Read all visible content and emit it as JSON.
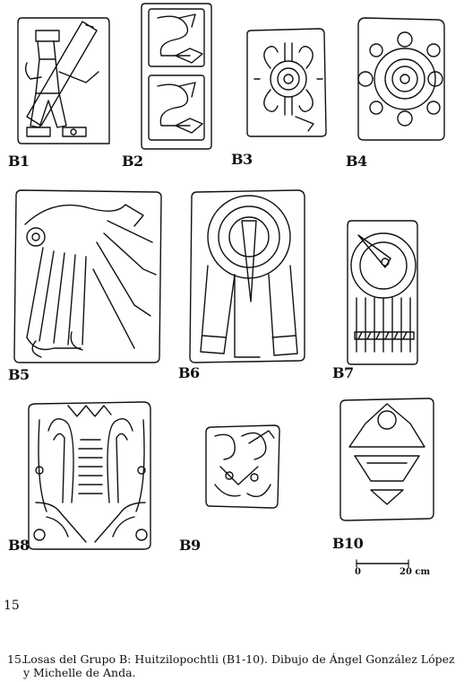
{
  "plates": [
    {
      "id": "B1",
      "label": "B1"
    },
    {
      "id": "B2",
      "label": "B2"
    },
    {
      "id": "B3",
      "label": "B3"
    },
    {
      "id": "B4",
      "label": "B4"
    },
    {
      "id": "B5",
      "label": "B5"
    },
    {
      "id": "B6",
      "label": "B6"
    },
    {
      "id": "B7",
      "label": "B7"
    },
    {
      "id": "B8",
      "label": "B8"
    },
    {
      "id": "B9",
      "label": "B9"
    },
    {
      "id": "B10",
      "label": "B10"
    }
  ],
  "scale": {
    "start": "0",
    "end": "20 cm"
  },
  "page_number": "15",
  "caption": {
    "number": "15.",
    "line1": "Losas del Grupo B: Huitzilopochtli (B1-10). Dibujo de Ángel González López",
    "line2": "y Michelle de Anda."
  }
}
